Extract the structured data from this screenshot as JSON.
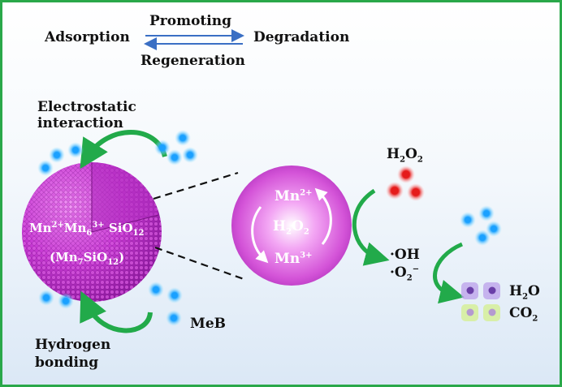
{
  "header": {
    "adsorption": "Adsorption",
    "promoting": "Promoting",
    "degradation": "Degradation",
    "regeneration": "Regeneration"
  },
  "labels": {
    "electrostatic_line1": "Electrostatic",
    "electrostatic_line2": "interaction",
    "hydrogen_line1": "Hydrogen",
    "hydrogen_line2": "bonding",
    "meb": "MeB"
  },
  "sphere": {
    "formula": {
      "mn1": "Mn",
      "mn1_sup": "2+",
      "mn2": "Mn",
      "mn2_sub": "6",
      "mn2_sup": "3+",
      "sio": "SiO",
      "sio_sub": "12"
    },
    "formula2": {
      "open": "(Mn",
      "mn_sub": "7",
      "si": "SiO",
      "si_sub": "12",
      "close": ")"
    }
  },
  "redox": {
    "top": "Mn",
    "top_sup": "2+",
    "center": "H",
    "center_sub": "2",
    "center_o": "O",
    "center_o_sub": "2",
    "bottom": "Mn",
    "bottom_sup": "3+"
  },
  "reagents": {
    "h2o2": "H",
    "h2o2_sub1": "2",
    "h2o2_o": "O",
    "h2o2_sub2": "2",
    "oh_dot": "·",
    "oh": "OH",
    "o2_dot": "·",
    "o2": "O",
    "o2_sub": "2",
    "o2_sup": "−"
  },
  "products": {
    "h2o": "H",
    "h2o_sub": "2",
    "h2o_o": "O",
    "co2": "CO",
    "co2_sub": "2"
  },
  "colors": {
    "border": "#2aa84a",
    "arrow_blue": "#3a6fc4",
    "green_arrow": "#22aa4a",
    "sphere_magenta": "#c23ad0",
    "dye_blue": "#1aa0ff",
    "h2o2_red": "#e51b1b",
    "h2o_purple": "#9a6ad8",
    "co2_green": "#bfe07a"
  }
}
